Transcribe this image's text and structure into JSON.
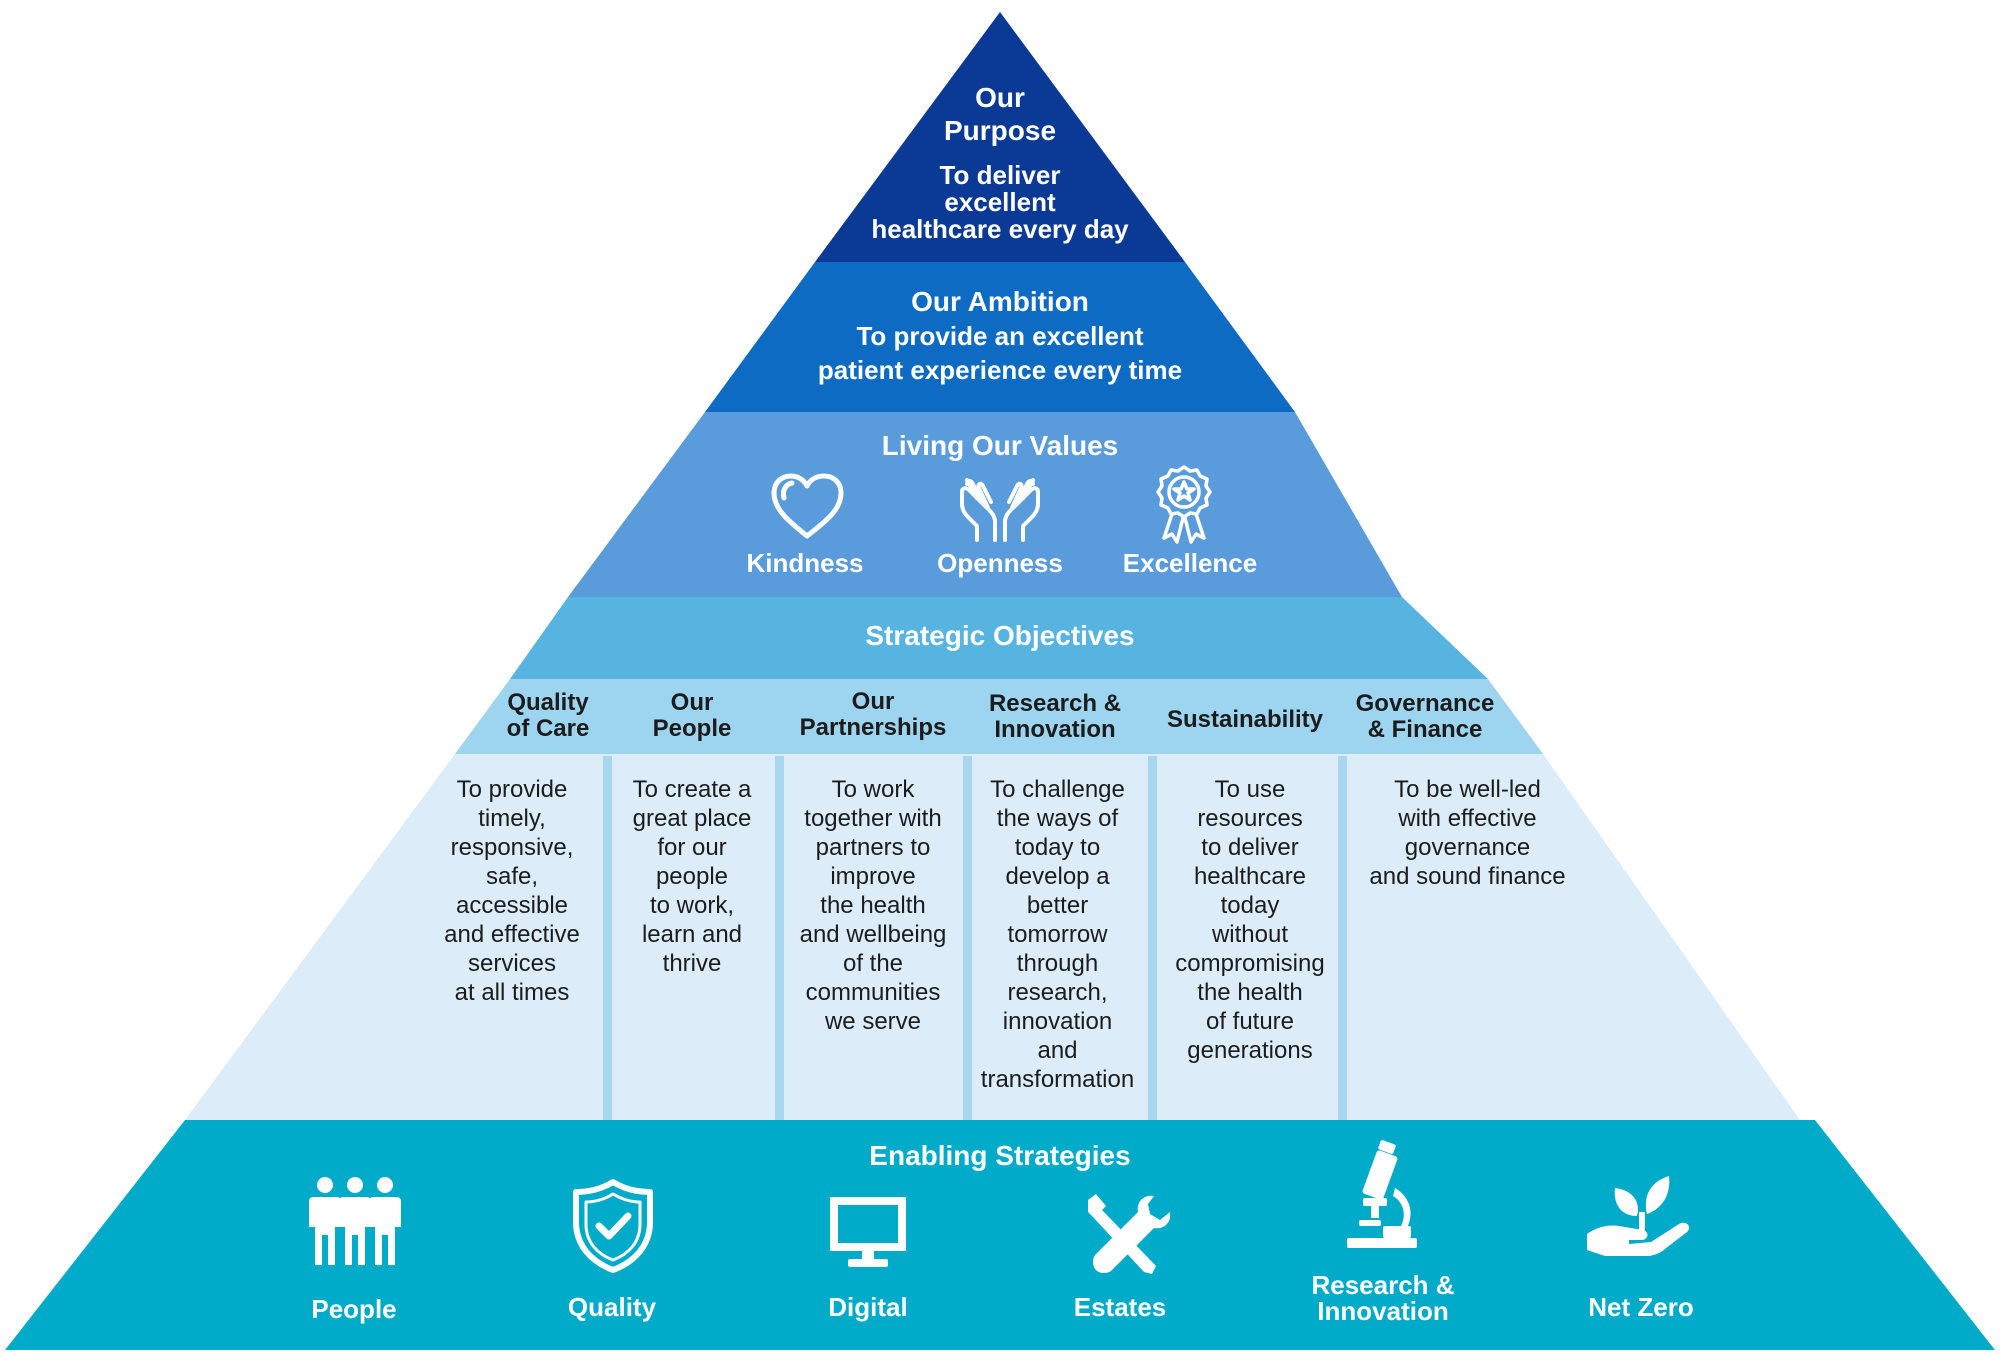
{
  "colors": {
    "purpose": "#0a3a96",
    "ambition": "#0d6bc4",
    "values": "#5a9cdb",
    "objectives_header": "#57b4e0",
    "objective_titles": "#9dd4f0",
    "objective_body": "#dcedf9",
    "enabling": "#00abca"
  },
  "purpose": {
    "title_line1": "Our",
    "title_line2": "Purpose",
    "line1": "To deliver",
    "line2": "excellent",
    "line3": "healthcare every day"
  },
  "ambition": {
    "title": "Our Ambition",
    "line1": "To provide an excellent",
    "line2": "patient experience every time"
  },
  "values": {
    "title": "Living Our Values",
    "items": [
      {
        "label": "Kindness",
        "icon": "heart-icon"
      },
      {
        "label": "Openness",
        "icon": "open-hands-icon"
      },
      {
        "label": "Excellence",
        "icon": "award-rosette-icon"
      }
    ]
  },
  "objectives": {
    "title": "Strategic Objectives",
    "columns": [
      {
        "title": [
          "Quality",
          "of Care"
        ],
        "body": [
          "To provide",
          "timely,",
          "responsive,",
          "safe,",
          "accessible",
          "and effective",
          "services",
          "at all times"
        ]
      },
      {
        "title": [
          "Our",
          "People"
        ],
        "body": [
          "To create a",
          "great place",
          "for our",
          "people",
          "to work,",
          "learn and",
          "thrive"
        ]
      },
      {
        "title": [
          "Our",
          "Partnerships"
        ],
        "body": [
          "To work",
          "together with",
          "partners to",
          "improve",
          "the health",
          "and wellbeing",
          "of the",
          "communities",
          "we serve"
        ]
      },
      {
        "title": [
          "Research &",
          "Innovation"
        ],
        "body": [
          "To challenge",
          "the ways of",
          "today to",
          "develop a",
          "better",
          "tomorrow",
          "through",
          "research,",
          "innovation",
          "and",
          "transformation"
        ]
      },
      {
        "title": [
          "Sustainability"
        ],
        "body": [
          "To use",
          "resources",
          "to deliver",
          "healthcare",
          "today",
          "without",
          "compromising",
          "the health",
          "of future",
          "generations"
        ]
      },
      {
        "title": [
          "Governance",
          "& Finance"
        ],
        "body": [
          "To be well-led",
          "with effective",
          "governance",
          "and sound finance"
        ]
      }
    ]
  },
  "enabling": {
    "title": "Enabling Strategies",
    "items": [
      {
        "label": "People",
        "icon": "people-icon"
      },
      {
        "label": "Quality",
        "icon": "shield-check-icon"
      },
      {
        "label": "Digital",
        "icon": "monitor-icon"
      },
      {
        "label": "Estates",
        "icon": "tools-icon"
      },
      {
        "label_line1": "Research &",
        "label_line2": "Innovation",
        "icon": "microscope-icon"
      },
      {
        "label": "Net Zero",
        "icon": "plant-in-hand-icon"
      }
    ]
  }
}
